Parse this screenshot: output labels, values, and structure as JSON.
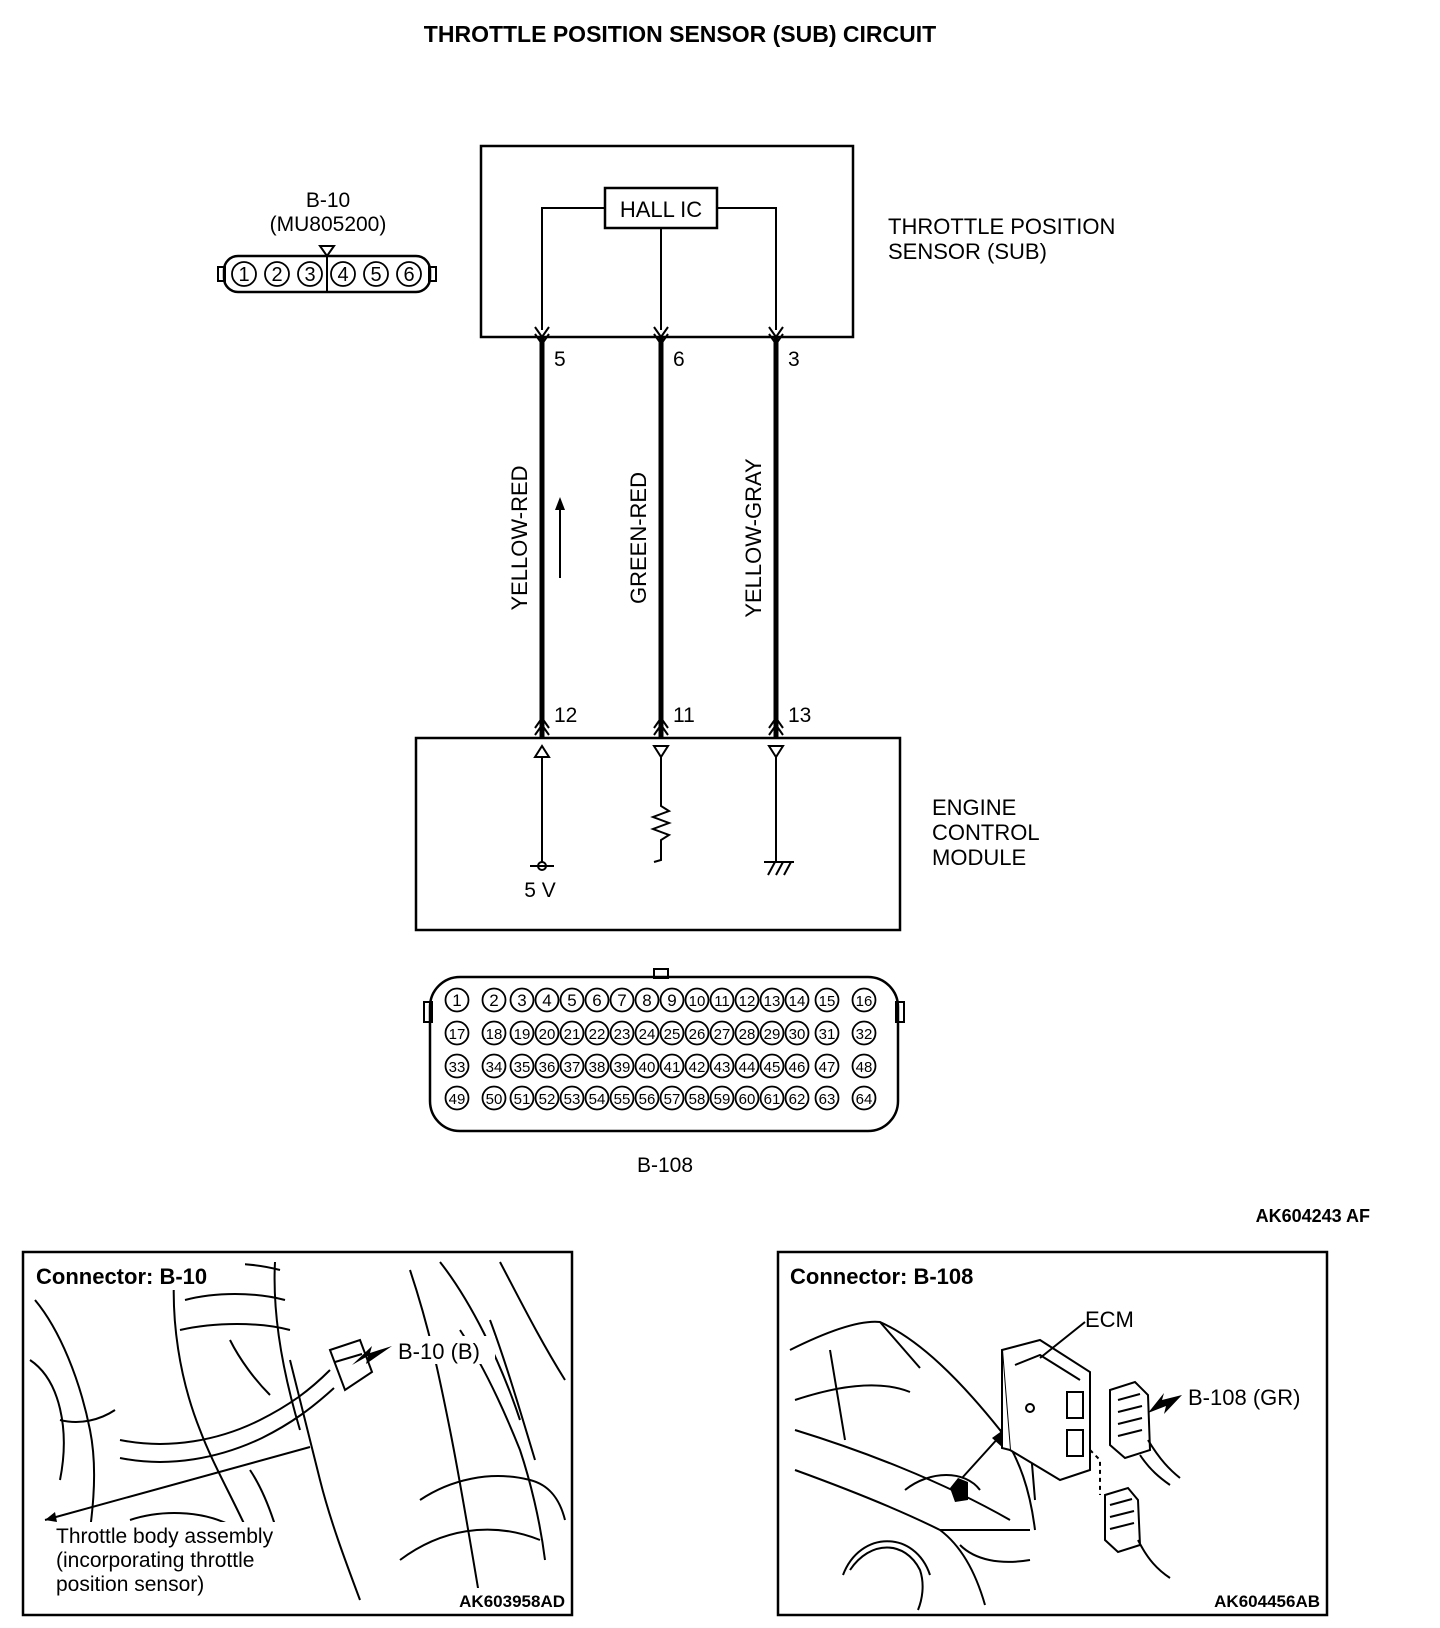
{
  "title": "THROTTLE POSITION SENSOR (SUB) CIRCUIT",
  "sensor": {
    "label_line1": "THROTTLE POSITION",
    "label_line2": "SENSOR (SUB)",
    "ic_label": "HALL IC"
  },
  "connector_b10": {
    "name": "B-10",
    "part_number": "(MU805200)",
    "pins": [
      "1",
      "2",
      "3",
      "4",
      "5",
      "6"
    ]
  },
  "wires": [
    {
      "sensor_pin": "5",
      "ecm_pin": "12",
      "color": "YELLOW-RED"
    },
    {
      "sensor_pin": "6",
      "ecm_pin": "11",
      "color": "GREEN-RED"
    },
    {
      "sensor_pin": "3",
      "ecm_pin": "13",
      "color": "YELLOW-GRAY"
    }
  ],
  "ecm": {
    "label_line1": "ENGINE",
    "label_line2": "CONTROL",
    "label_line3": "MODULE",
    "supply_label": "5 V"
  },
  "connector_b108": {
    "name": "B-108",
    "rows": [
      [
        "1",
        "2",
        "3",
        "4",
        "5",
        "6",
        "7",
        "8",
        "9",
        "10",
        "11",
        "12",
        "13",
        "14",
        "15",
        "16"
      ],
      [
        "17",
        "18",
        "19",
        "20",
        "21",
        "22",
        "23",
        "24",
        "25",
        "26",
        "27",
        "28",
        "29",
        "30",
        "31",
        "32"
      ],
      [
        "33",
        "34",
        "35",
        "36",
        "37",
        "38",
        "39",
        "40",
        "41",
        "42",
        "43",
        "44",
        "45",
        "46",
        "47",
        "48"
      ],
      [
        "49",
        "50",
        "51",
        "52",
        "53",
        "54",
        "55",
        "56",
        "57",
        "58",
        "59",
        "60",
        "61",
        "62",
        "63",
        "64"
      ]
    ]
  },
  "figure_code_main": "AK604243 AF",
  "panel_left": {
    "title": "Connector: B-10",
    "callout": "B-10 (B)",
    "caption_line1": "Throttle body assembly",
    "caption_line2": "(incorporating throttle",
    "caption_line3": "position sensor)",
    "figure_code": "AK603958AD"
  },
  "panel_right": {
    "title": "Connector: B-108",
    "ecm_label": "ECM",
    "callout": "B-108 (GR)",
    "figure_code": "AK604456AB"
  }
}
